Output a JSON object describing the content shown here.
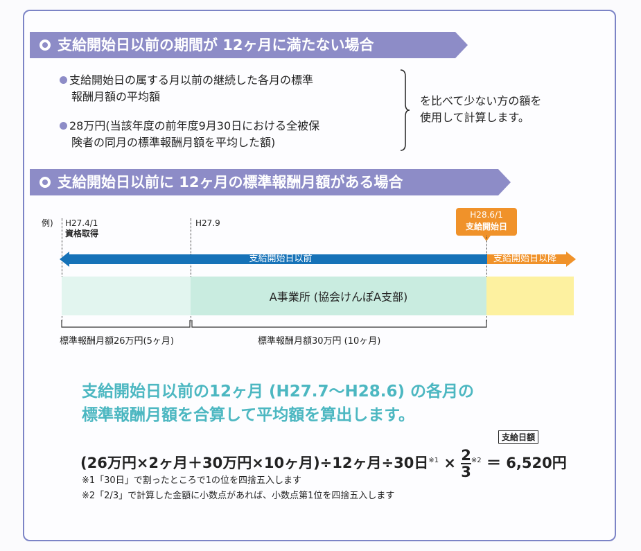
{
  "section1": {
    "title": "支給開始日以前の期間が 12ヶ月に満たない場合",
    "bullet1_line1": "支給開始日の属する月以前の継続した各月の標準",
    "bullet1_line2": "報酬月額の平均額",
    "bullet2_line1": "28万円(当該年度の前年度9月30日における全被保",
    "bullet2_line2": "険者の同月の標準報酬月額を平均した額)",
    "compare_line1": "を比べて少ない方の額を",
    "compare_line2": "使用して計算します。"
  },
  "section2": {
    "title": "支給開始日以前に 12ヶ月の標準報酬月額がある場合"
  },
  "timeline": {
    "example": "例)",
    "date1": "H27.4/1",
    "date1_event": "資格取得",
    "date2": "H27.9",
    "date3": "H28.6/1",
    "date3_event": "支給開始日",
    "before_label": "支給開始日以前",
    "after_label": "支給開始日以降",
    "office": "A事業所 (協会けんぽA支部)",
    "range1": "標準報酬月額26万円(5ヶ月)",
    "range2": "標準報酬月額30万円 (10ヶ月)"
  },
  "calc": {
    "headline_line1": "支給開始日以前の12ヶ月 (H27.7～H28.6) の各月の",
    "headline_line2": "標準報酬月額を合算して平均額を算出します。",
    "formula_left": "(26万円×2ヶ月＋30万円×10ヶ月)÷12ヶ月÷30日",
    "mark1": "※1",
    "mult": "×",
    "frac_num": "2",
    "frac_den": "3",
    "mark2": "※2",
    "equals": "＝",
    "result": "6,520円",
    "result_tag": "支給日額",
    "note1": "※1「30日」で割ったところで1の位を四捨五入します",
    "note2": "※2「2/3」で計算した金額に小数点があれば、小数点第1位を四捨五入します"
  },
  "colors": {
    "accent_purple": "#8d8cc7",
    "timeline_blue": "#1672b8",
    "after_orange": "#f0922a",
    "band_green": "#c9ece0",
    "band_yellow": "#fdf1a0",
    "headline_teal": "#4cb7c1"
  }
}
